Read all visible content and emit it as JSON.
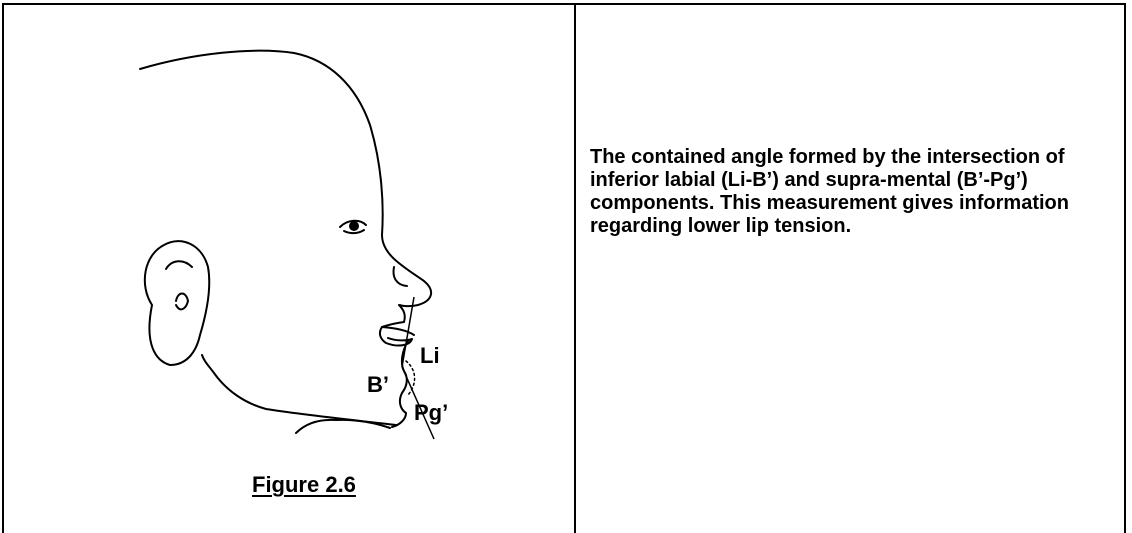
{
  "figure": {
    "caption": "Figure 2.6",
    "labels": {
      "li": "Li",
      "b_prime": "B’",
      "pg_prime": "Pg’"
    }
  },
  "description": {
    "text": "The contained angle formed by the intersection of inferior labial (Li-B’) and supra-mental (B’-Pg’) components. This measurement gives information regarding lower lip tension."
  }
}
